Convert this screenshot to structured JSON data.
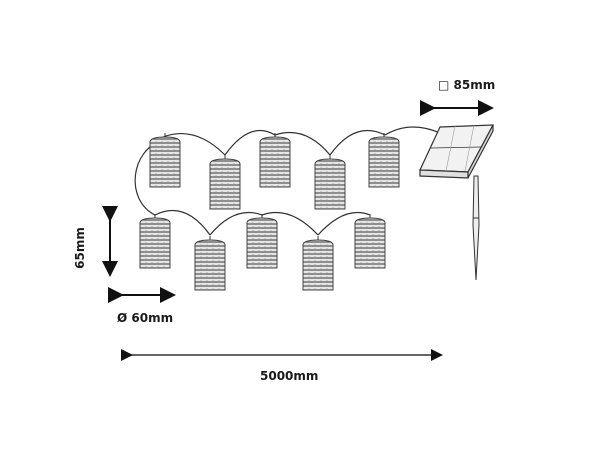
{
  "drawing": {
    "subject": "solar lantern string light",
    "lantern_count": 10,
    "colors": {
      "line": "#1a1a1a",
      "lantern_fill": "#d8d8d8",
      "background": "#ffffff"
    }
  },
  "dimensions": {
    "panel_size": {
      "symbol": "□",
      "value": "85mm",
      "label": "□ 85mm"
    },
    "lantern_height": {
      "value": "65mm",
      "label": "65mm"
    },
    "lantern_diameter": {
      "symbol": "Ø",
      "value": "60mm",
      "label": "Ø 60mm"
    },
    "total_length": {
      "value": "5000mm",
      "label": "5000mm"
    }
  }
}
